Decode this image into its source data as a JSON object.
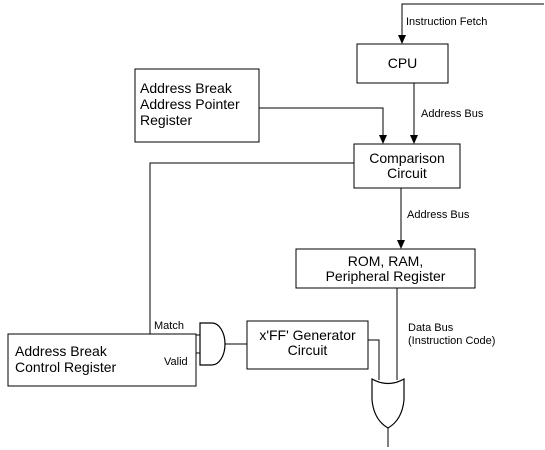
{
  "blocks": {
    "cpu": "CPU",
    "comparison": [
      "Comparison",
      "Circuit"
    ],
    "memory": [
      "ROM, RAM,",
      "Peripheral Register"
    ],
    "pointer_register": [
      "Address Break",
      "Address Pointer",
      "Register"
    ],
    "control_register": [
      "Address Break",
      "Control Register"
    ],
    "ff_generator": [
      "x'FF' Generator",
      "Circuit"
    ]
  },
  "signals": {
    "instruction_fetch": "Instruction Fetch",
    "address_bus_1": "Address Bus",
    "address_bus_2": "Address Bus",
    "data_bus": [
      "Data Bus",
      "(Instruction Code)"
    ],
    "match": "Match",
    "valid": "Valid"
  }
}
